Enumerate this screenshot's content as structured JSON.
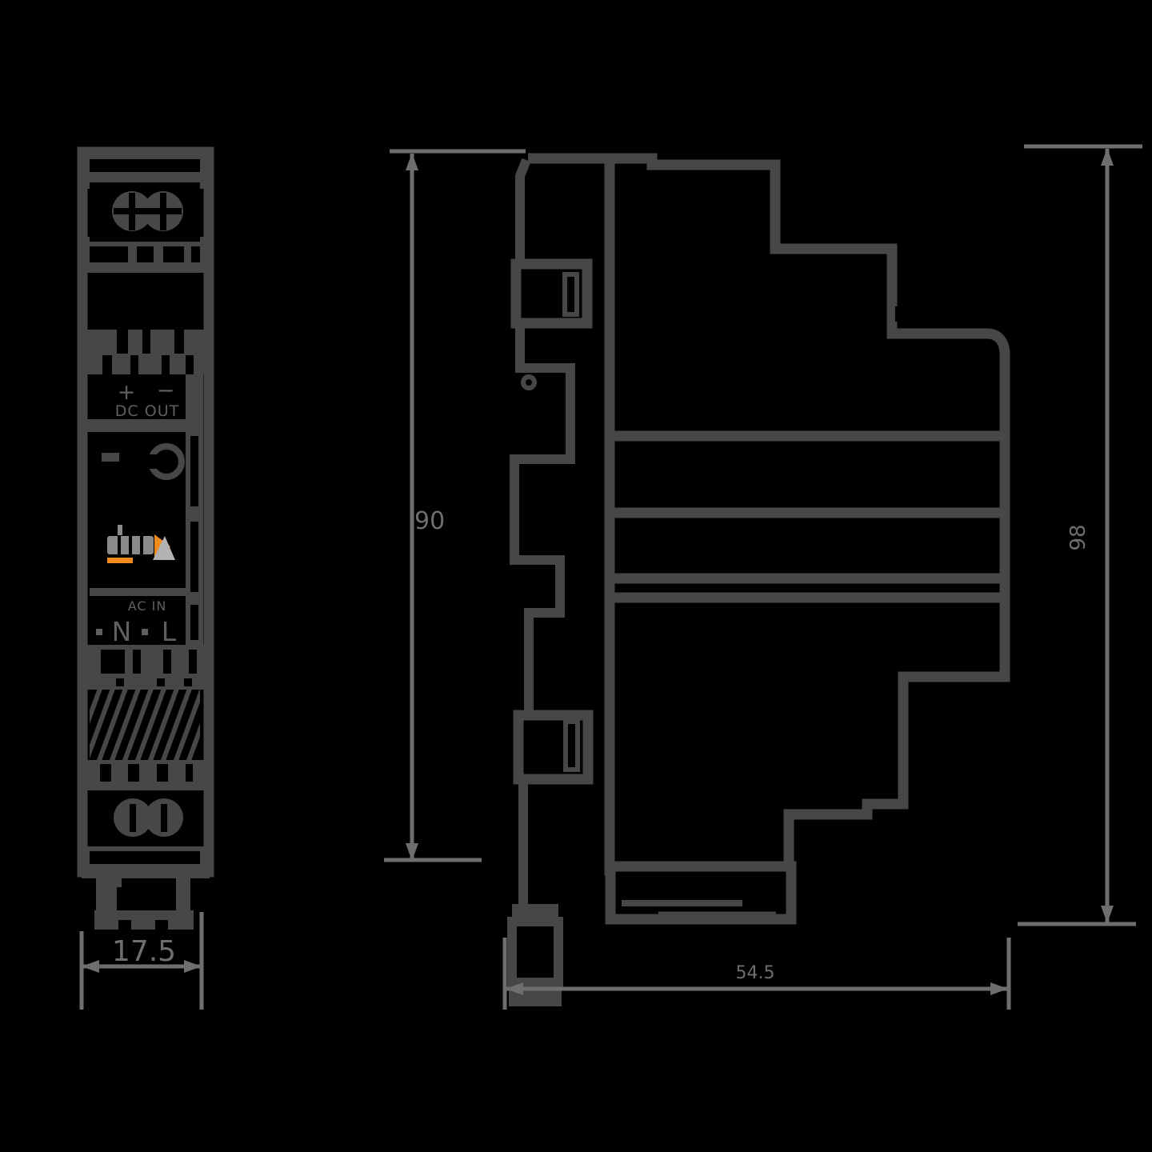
{
  "drawing": {
    "type": "mechanical-dimension-drawing",
    "subject": "DIN rail power supply, front and side elevation views",
    "colors": {
      "background": "#000000",
      "line": "#474747",
      "dimension": "#6e6e6e",
      "panel_text": "#5f5f5f",
      "logo_gray": "#8a8a8a",
      "logo_light": "#b2b2b2",
      "accent_orange": "#ef8b1f"
    },
    "front_view": {
      "labels": {
        "plus": "+",
        "minus": "−",
        "dc_out": "DC OUT",
        "ac_in": "AC IN",
        "n": "N",
        "l": "L"
      }
    },
    "dimensions": {
      "front_width_mm": "17.5",
      "body_height_mm": "90",
      "overall_height_mm": "98",
      "depth_mm": "54.5"
    }
  }
}
